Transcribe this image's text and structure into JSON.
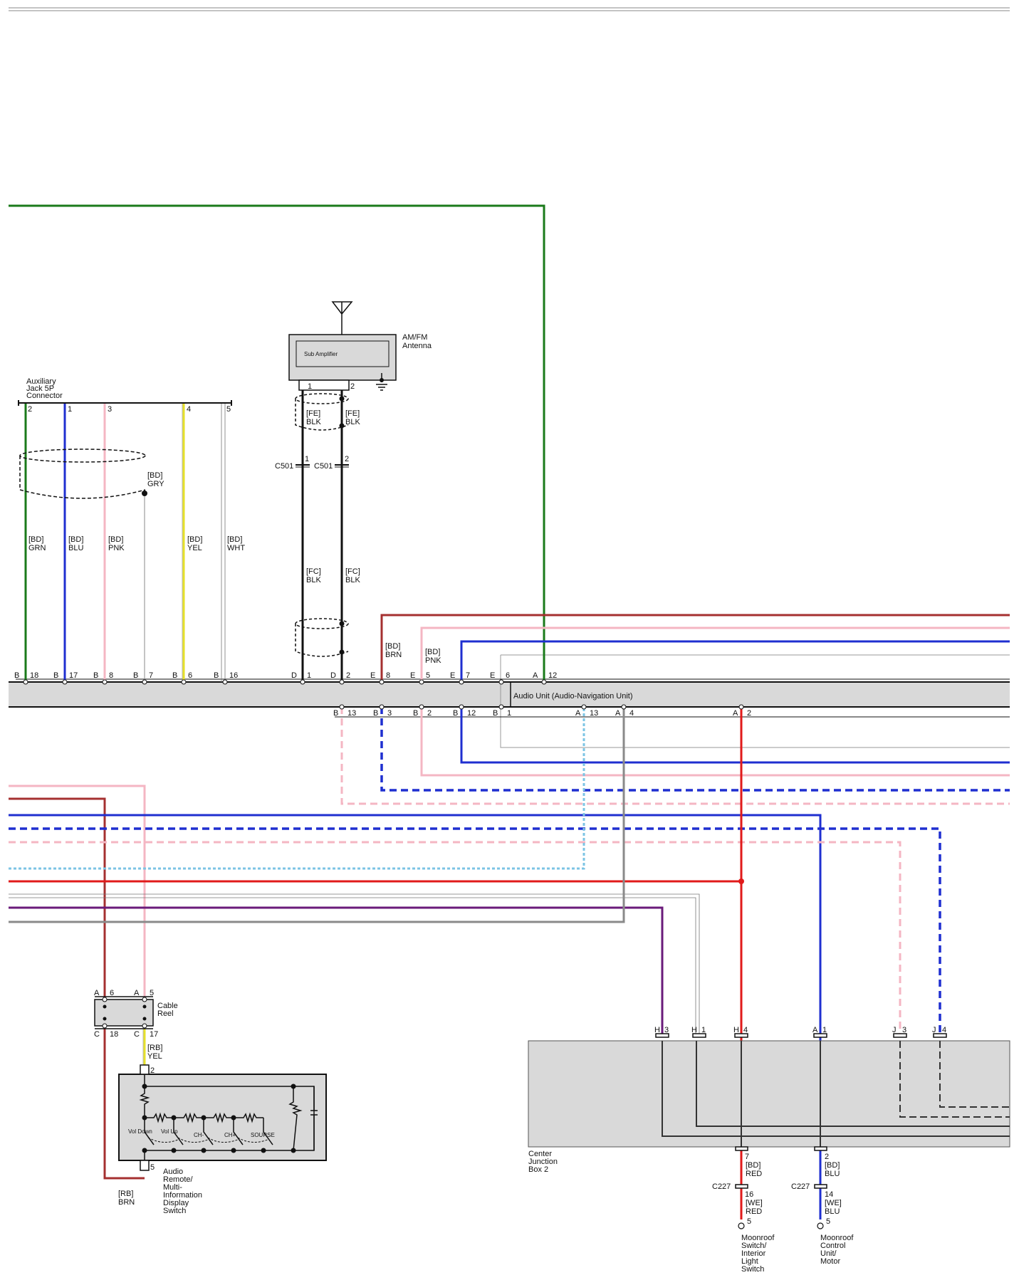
{
  "components": {
    "antenna": {
      "name_lines": [
        "AM/FM",
        "Antenna"
      ],
      "amplifier": "Sub Amplifier",
      "pins": [
        "1",
        "2"
      ]
    },
    "aux_jack": {
      "name_lines": [
        "Auxiliary",
        "Jack 5P",
        "Connector"
      ],
      "pins": [
        "2",
        "1",
        "3",
        "4",
        "5"
      ]
    },
    "audio_unit": {
      "name": "Audio Unit (Audio-Navigation Unit)"
    },
    "cable_reel": {
      "name_lines": [
        "Cable",
        "Reel"
      ]
    },
    "remote_switch": {
      "name_lines": [
        "Audio",
        "Remote/",
        "Multi-",
        "Information",
        "Display",
        "Switch"
      ],
      "switches": [
        "Vol Down",
        "Vol Up",
        "CH-",
        "CH+",
        "SOURSE"
      ]
    },
    "cjb": {
      "name_lines": [
        "Center",
        "Junction",
        "Box 2"
      ]
    },
    "moonroof_switch": {
      "name_lines": [
        "Moonroof",
        "Switch/",
        "Interior",
        "Light",
        "Switch"
      ]
    },
    "moonroof_motor": {
      "name_lines": [
        "Moonroof",
        "Control",
        "Unit/",
        "Motor"
      ]
    }
  },
  "wire_labels": {
    "aux_shield": [
      "[BD]",
      "GRY"
    ],
    "aux_grn": [
      "[BD]",
      "GRN"
    ],
    "aux_blu": [
      "[BD]",
      "BLU"
    ],
    "aux_pnk": [
      "[BD]",
      "PNK"
    ],
    "aux_yel": [
      "[BD]",
      "YEL"
    ],
    "aux_wht": [
      "[BD]",
      "WHT"
    ],
    "ant_fe1": [
      "[FE]",
      "BLK"
    ],
    "ant_fe2": [
      "[FE]",
      "BLK"
    ],
    "ant_fc1": [
      "[FC]",
      "BLK"
    ],
    "ant_fc2": [
      "[FC]",
      "BLK"
    ],
    "c501_1": "C501",
    "c501_2": "C501",
    "au_brn": [
      "[BD]",
      "BRN"
    ],
    "au_pnk": [
      "[BD]",
      "PNK"
    ],
    "cr_yel": [
      "[RB]",
      "YEL"
    ],
    "cr_brn": [
      "[RB]",
      "BRN"
    ],
    "mr_red_bd": [
      "[BD]",
      "RED"
    ],
    "mr_red_we": [
      "[WE]",
      "RED"
    ],
    "mr_blu_bd": [
      "[BD]",
      "BLU"
    ],
    "mr_blu_we": [
      "[WE]",
      "BLU"
    ],
    "c227_a": "C227",
    "c227_b": "C227"
  },
  "pins": {
    "top": [
      {
        "conn": "B",
        "num": "18"
      },
      {
        "conn": "B",
        "num": "17"
      },
      {
        "conn": "B",
        "num": "8"
      },
      {
        "conn": "B",
        "num": "7"
      },
      {
        "conn": "B",
        "num": "6"
      },
      {
        "conn": "B",
        "num": "16"
      },
      {
        "conn": "D",
        "num": "1"
      },
      {
        "conn": "D",
        "num": "2"
      },
      {
        "conn": "E",
        "num": "8"
      },
      {
        "conn": "E",
        "num": "5"
      },
      {
        "conn": "E",
        "num": "7"
      },
      {
        "conn": "E",
        "num": "6"
      },
      {
        "conn": "A",
        "num": "12"
      }
    ],
    "bottom": [
      {
        "conn": "B",
        "num": "13"
      },
      {
        "conn": "B",
        "num": "3"
      },
      {
        "conn": "B",
        "num": "2"
      },
      {
        "conn": "B",
        "num": "12"
      },
      {
        "conn": "B",
        "num": "1"
      },
      {
        "conn": "A",
        "num": "13"
      },
      {
        "conn": "A",
        "num": "4"
      },
      {
        "conn": "A",
        "num": "2"
      }
    ],
    "cable_reel": [
      {
        "conn": "A",
        "num": "6"
      },
      {
        "conn": "A",
        "num": "5"
      },
      {
        "conn": "C",
        "num": "18"
      },
      {
        "conn": "C",
        "num": "17"
      }
    ],
    "cjb": [
      {
        "conn": "H",
        "num": "3"
      },
      {
        "conn": "H",
        "num": "1"
      },
      {
        "conn": "H",
        "num": "4"
      },
      {
        "conn": "A",
        "num": "1"
      },
      {
        "conn": "J",
        "num": "3"
      },
      {
        "conn": "J",
        "num": "4"
      }
    ],
    "misc": {
      "c501_1": "1",
      "c501_2": "2",
      "sw_top": "2",
      "sw_bot": "5",
      "cjb_red": "7",
      "cjb_blu": "2",
      "c227_red": "16",
      "c227_blu": "14",
      "mr_red": "5",
      "mr_blu": "5"
    }
  }
}
